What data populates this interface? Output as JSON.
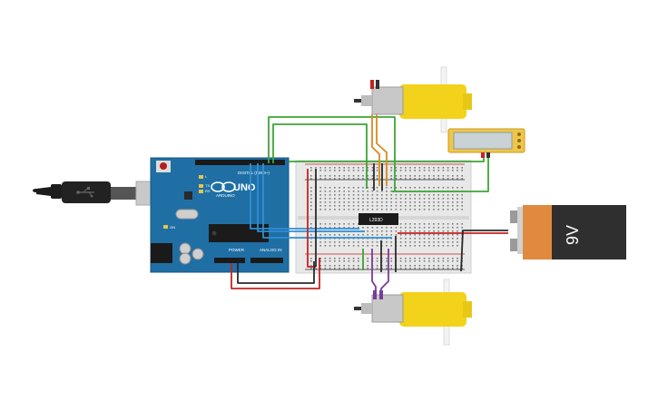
{
  "canvas": {
    "background": "#ffffff"
  },
  "components": {
    "arduino": {
      "logo_text": "UNO",
      "brand_text": "ARDUINO",
      "digital_label": "DIGITAL (PWM~)",
      "power_label": "POWER",
      "analog_label": "ANALOG IN",
      "tx_label": "TX",
      "rx_label": "RX",
      "on_label": "ON",
      "l_label": "L"
    },
    "usb_cable": {
      "icon": "usb-plug-icon"
    },
    "breadboard": {
      "chip_label": "L293D"
    },
    "battery": {
      "label": "9V"
    },
    "motor_top": {
      "icon": "dc-gear-motor-icon"
    },
    "motor_bottom": {
      "icon": "dc-gear-motor-icon"
    },
    "lcd": {
      "icon": "lcd-display-icon"
    }
  },
  "colors": {
    "arduino_board": "#1f6fa5",
    "breadboard": "#e8e8e8",
    "motor_body": "#f2d21b",
    "battery_top": "#e0893f",
    "battery_body": "#2f2f2f",
    "lcd_frame": "#f0c64a",
    "lcd_screen": "#c9d2d4",
    "wire_green": "#3da535",
    "wire_blue": "#2f8fd6",
    "wire_red": "#c62222",
    "wire_black": "#2a2a2a",
    "wire_orange": "#d98a1e",
    "wire_purple": "#7a3c98"
  }
}
